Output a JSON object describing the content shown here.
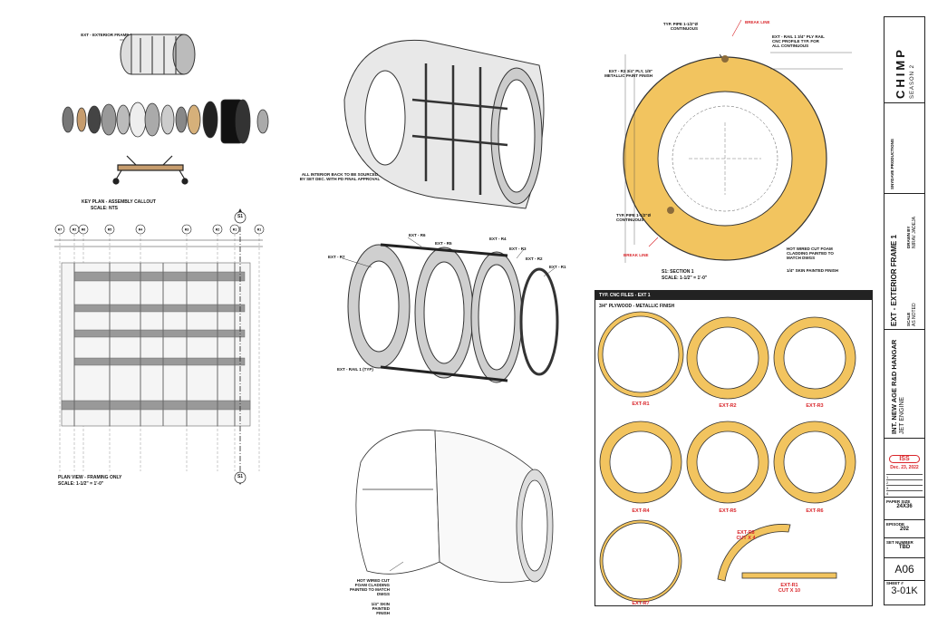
{
  "key_plan": {
    "callout": "EXT - EXTERIOR FRAME 1",
    "title": "KEY PLAN - ASSEMBLY CALLOUT",
    "scale": "SCALE: NTS"
  },
  "plan_view": {
    "title": "PLAN VIEW - FRAMING ONLY",
    "scale": "SCALE: 1-1/2\" = 1'-0\"",
    "markers": [
      "R7",
      "R2",
      "R6",
      "R5",
      "R4",
      "R3",
      "R2",
      "R1"
    ],
    "section_tag": "S1"
  },
  "iso_views": {
    "interior_note": "ALL INTERIOR BACK TO BE SOURCED BY SET DEC. WITH PD FINAL APPROVAL",
    "exploded_labels": [
      "EXT - R7",
      "EXT - R6",
      "EXT - R5",
      "EXT - R4",
      "EXT - R3",
      "EXT - R2",
      "EXT - R1"
    ],
    "rail_label": "EXT - RAIL 1 (TYP)",
    "foam_note": "HOT WIRED CUT FOAM CLADDING PAINTED TO MATCH DWGS",
    "skin_note": "1/4\" SKIN PAINTED FINISH"
  },
  "section": {
    "title": "S1: SECTION 1",
    "scale": "SCALE: 1-1/2\" = 1'-0\"",
    "break_line": "BREAK LINE",
    "notes": {
      "rail": "EXT - RAIL 1 3/4\" PLY RAIL CNC PROFILE TYP. FOR ALL CONTINUOUS",
      "finish": "EXT - R3 3/4\" PLY, 1/8\" METALLIC PAINT FINISH",
      "typ_pipe": "TYP. PIPE 1-1/2\"Ø CONTINUOUS",
      "foam": "HOT WIRED CUT FOAM CLADDING PAINTED TO MATCH DWGS",
      "skin": "1/4\" SKIN PAINTED FINISH"
    }
  },
  "cnc": {
    "header": "TYP. CNC FILES - EXT 1",
    "subheader": "3/4\" PLYWOOD - METALLIC FINISH",
    "parts": [
      "EXT-R1",
      "EXT-R2",
      "EXT-R3",
      "EXT-R4",
      "EXT-R5",
      "EXT-R6",
      "EXT-R7"
    ],
    "rail_a": "EXT-R8",
    "rail_a_cut": "CUT X 4",
    "rail_b": "EXT-R1",
    "rail_b_cut": "CUT X 10"
  },
  "title_block": {
    "brand": "CHIMP",
    "season": "SEASON 2",
    "production": "SNYDAVE PRODUCTIONS",
    "sheet_name": "EXT - EXTERIOR FRAME 1",
    "scale_label": "SCALE",
    "scale": "AS NOTED",
    "drawn_label": "DRAWN BY",
    "drawn": "NIRAV JADEJA",
    "set_name": "INT. NEW AGE R&D HANGAR",
    "set_sub": "JET ENGINE",
    "issue_label": "ISS",
    "issue_date": "Dec. 23, 2022",
    "revision_rows": [
      "1",
      "2",
      "3",
      "4"
    ],
    "paper_label": "PAPER SIZE",
    "paper": "24X36",
    "episode_label": "EPISODE",
    "episode": "202",
    "set_no_label": "SET NUMBER",
    "set_no": "TBD",
    "sheet_no": "A06",
    "sheet_label": "SHEET #",
    "sheet_code": "3-01K"
  }
}
